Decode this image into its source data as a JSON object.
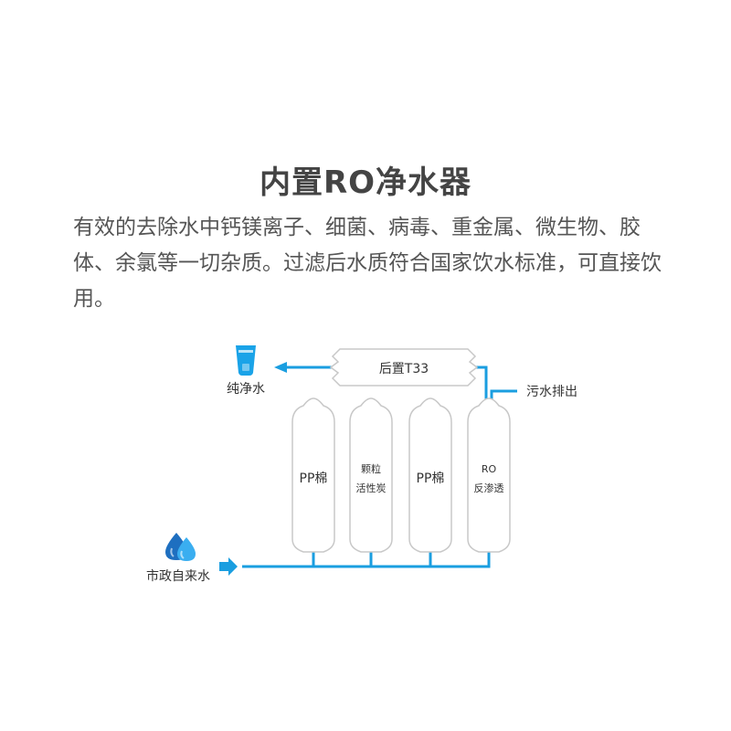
{
  "title": "内置RO净水器",
  "description": "有效的去除水中钙镁离子、细菌、病毒、重金属、微生物、胶体、余氯等一切杂质。过滤后水质符合国家饮水标准，可直接饮用。",
  "diagram": {
    "post_filter_label": "后置T33",
    "pure_water_label": "纯净水",
    "waste_water_label": "污水排出",
    "tap_water_label": "市政自来水",
    "filters": [
      {
        "lines": [
          "PP棉"
        ]
      },
      {
        "lines": [
          "颗粒",
          "活性炭"
        ]
      },
      {
        "lines": [
          "PP棉"
        ]
      },
      {
        "lines": [
          "RO",
          "反渗透"
        ]
      }
    ],
    "colors": {
      "pipe": "#1a9ee0",
      "water_drop_dark": "#1e6fc0",
      "water_drop_light": "#3aaef0",
      "cup": "#1aa3e8",
      "outline": "#c8c8c8",
      "arrow": "#1a9ee0"
    },
    "icons": {
      "cup": "water-glass-icon",
      "drops": "water-drops-icon"
    }
  }
}
